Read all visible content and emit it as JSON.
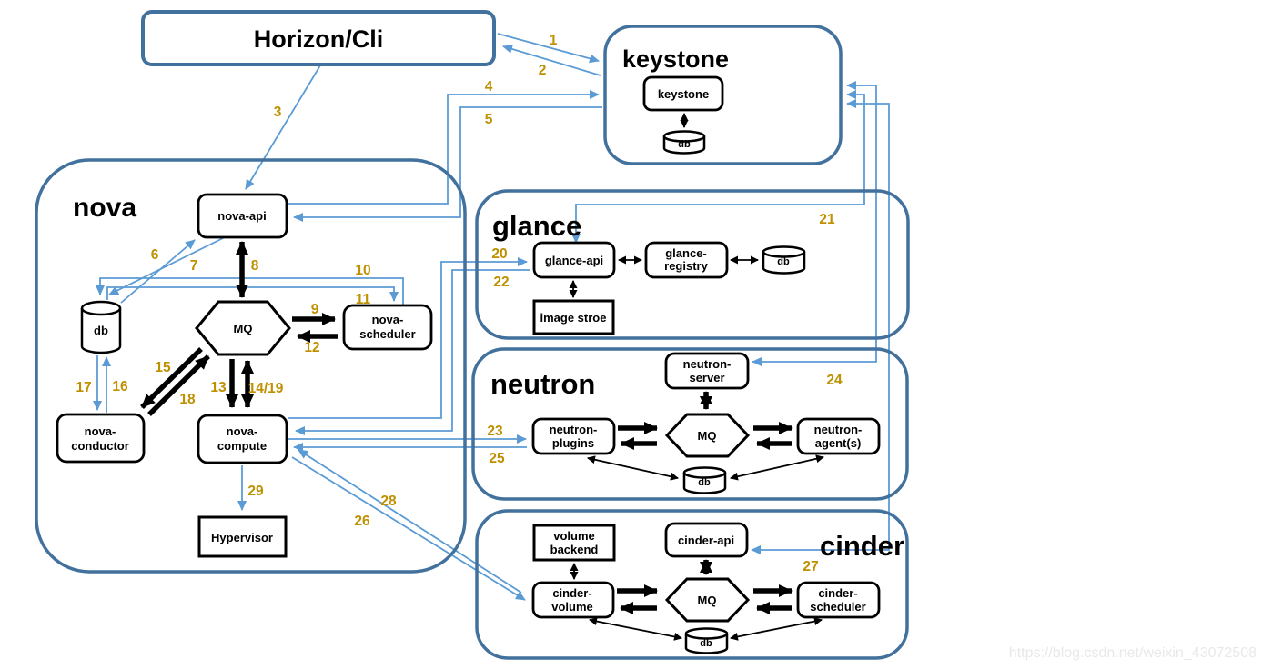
{
  "title": "OpenStack request flow diagram",
  "colors": {
    "container_border": "#41719c",
    "flow_line_blue": "#5b9bd5",
    "step_label_gold": "#bf9000",
    "node_border_black": "#000000",
    "watermark_gray": "#e8e8e8"
  },
  "watermark": "https://blog.csdn.net/weixin_43072508",
  "horizon": {
    "label": "Horizon/Cli"
  },
  "keystone": {
    "label": "keystone",
    "service": "keystone",
    "db": "db"
  },
  "nova": {
    "label": "nova",
    "api": "nova-api",
    "db": "db",
    "mq": "MQ",
    "scheduler": [
      "nova-",
      "scheduler"
    ],
    "conductor": [
      "nova-",
      "conductor"
    ],
    "compute": [
      "nova-",
      "compute"
    ],
    "hypervisor": "Hypervisor"
  },
  "glance": {
    "label": "glance",
    "api": "glance-api",
    "registry": [
      "glance-",
      "registry"
    ],
    "db": "db",
    "image_store": "image stroe"
  },
  "neutron": {
    "label": "neutron",
    "server": [
      "neutron-",
      "server"
    ],
    "mq": "MQ",
    "plugins": [
      "neutron-",
      "plugins"
    ],
    "agents": [
      "neutron-",
      "agent(s)"
    ],
    "db": "db"
  },
  "cinder": {
    "label": "cinder",
    "volume_backend": [
      "volume",
      "backend"
    ],
    "api": "cinder-api",
    "mq": "MQ",
    "volume": [
      "cinder-",
      "volume"
    ],
    "scheduler": [
      "cinder-",
      "scheduler"
    ],
    "db": "db"
  },
  "steps": {
    "n1": "1",
    "n2": "2",
    "n3": "3",
    "n4": "4",
    "n5": "5",
    "n6": "6",
    "n7": "7",
    "n8": "8",
    "n9": "9",
    "n10": "10",
    "n11": "11",
    "n12": "12",
    "n13": "13",
    "n14_19": "14/19",
    "n15": "15",
    "n16": "16",
    "n17": "17",
    "n18": "18",
    "n20": "20",
    "n21": "21",
    "n22": "22",
    "n23": "23",
    "n24": "24",
    "n25": "25",
    "n26": "26",
    "n27": "27",
    "n28": "28",
    "n29": "29"
  }
}
